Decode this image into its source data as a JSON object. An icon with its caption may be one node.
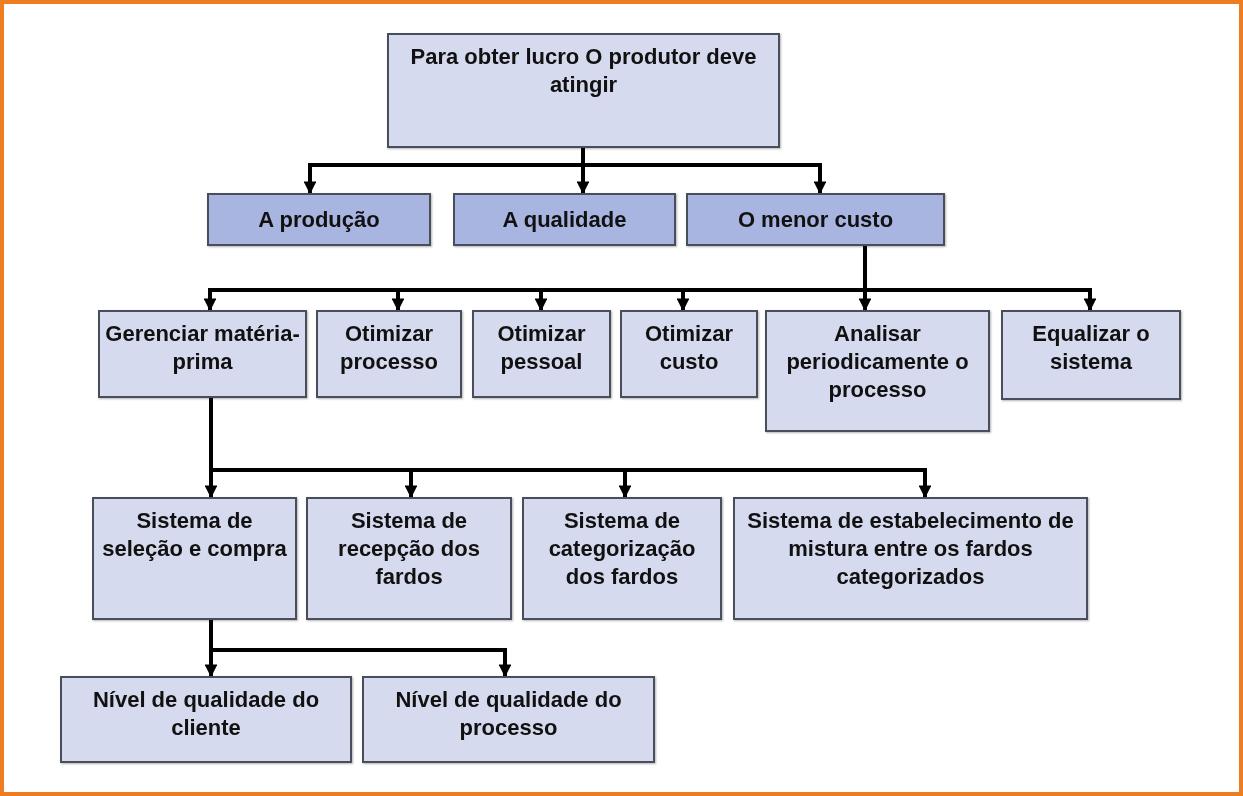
{
  "diagram": {
    "nodes": [
      {
        "text": [
          "Para obter lucro O produtor deve atingir"
        ]
      },
      {
        "text": [
          "A produção"
        ]
      },
      {
        "text": [
          "A qualidade"
        ]
      },
      {
        "text": [
          "O menor custo"
        ]
      },
      {
        "text": [
          "Gerenciar matéria-prima"
        ]
      },
      {
        "text": [
          "Otimizar processo"
        ]
      },
      {
        "text": [
          "Otimizar pessoal"
        ]
      },
      {
        "text": [
          "Otimizar custo"
        ]
      },
      {
        "text": [
          "Analisar periodicamente o processo"
        ]
      },
      {
        "text": [
          "Equalizar o sistema"
        ]
      },
      {
        "text": [
          "Sistema de seleção e compra"
        ]
      },
      {
        "text": [
          "Sistema de recepção dos fardos"
        ]
      },
      {
        "text": [
          "Sistema de categorização dos fardos"
        ]
      },
      {
        "text": [
          "Sistema de estabelecimento de mistura entre os fardos categorizados"
        ]
      },
      {
        "text": [
          "Nível de qualidade do cliente"
        ]
      },
      {
        "text": [
          "Nível de qualidade do processo"
        ]
      }
    ],
    "edges": [
      {
        "from": 0,
        "to": 1,
        "arrow": "to"
      },
      {
        "from": 0,
        "to": 2,
        "arrow": "to"
      },
      {
        "from": 0,
        "to": 3,
        "arrow": "to"
      },
      {
        "from": 3,
        "to": 4,
        "arrow": "to"
      },
      {
        "from": 3,
        "to": 5,
        "arrow": "to"
      },
      {
        "from": 3,
        "to": 6,
        "arrow": "to"
      },
      {
        "from": 3,
        "to": 7,
        "arrow": "to"
      },
      {
        "from": 3,
        "to": 8,
        "arrow": "to"
      },
      {
        "from": 3,
        "to": 9,
        "arrow": "to"
      },
      {
        "from": 4,
        "to": 10,
        "arrow": "to"
      },
      {
        "from": 4,
        "to": 11,
        "arrow": "to"
      },
      {
        "from": 4,
        "to": 12,
        "arrow": "to"
      },
      {
        "from": 4,
        "to": 13,
        "arrow": "to"
      },
      {
        "from": 10,
        "to": 14,
        "arrow": "to"
      },
      {
        "from": 10,
        "to": 15,
        "arrow": "to"
      }
    ]
  }
}
